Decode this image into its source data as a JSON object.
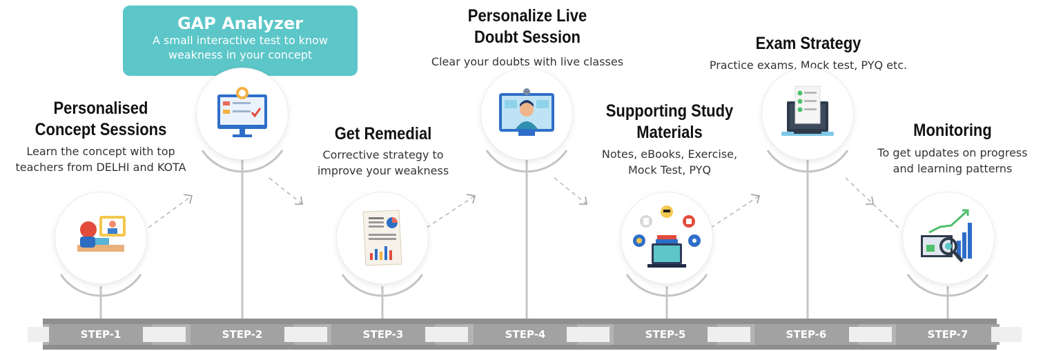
{
  "steps": [
    {
      "step_label": "STEP-1",
      "title_lines": [
        "Personalised",
        "Concept Sessions"
      ],
      "desc_lines": [
        "Learn the concept with top",
        "teachers from DELHI and KOTA"
      ],
      "icon": "online-class-icon"
    },
    {
      "step_label": "STEP-2",
      "title_lines": [],
      "desc_lines": [],
      "icon": "test-monitor-icon"
    },
    {
      "step_label": "STEP-3",
      "title_lines": [
        "Get Remedial"
      ],
      "desc_lines": [
        "Corrective strategy to",
        "improve your weakness"
      ],
      "icon": "report-document-icon"
    },
    {
      "step_label": "STEP-4",
      "title_lines": [
        "Personalize Live",
        "Doubt Session"
      ],
      "desc_lines": [
        "Clear your doubts with live classes"
      ],
      "icon": "video-call-icon"
    },
    {
      "step_label": "STEP-5",
      "title_lines": [
        "Supporting Study",
        "Materials"
      ],
      "desc_lines": [
        "Notes, eBooks, Exercise,",
        "Mock Test, PYQ"
      ],
      "icon": "study-materials-icon"
    },
    {
      "step_label": "STEP-6",
      "title_lines": [
        "Exam Strategy"
      ],
      "desc_lines": [
        "Practice exams, Mock test, PYQ etc."
      ],
      "icon": "checklist-laptop-icon"
    },
    {
      "step_label": "STEP-7",
      "title_lines": [
        "Monitoring"
      ],
      "desc_lines": [
        "To get updates on progress",
        "and learning patterns"
      ],
      "icon": "analytics-monitor-icon"
    }
  ],
  "gap_analyzer": {
    "title": "GAP Analyzer",
    "desc_lines": [
      "A small interactive test to know",
      "weakness in your concept"
    ]
  },
  "colors": {
    "teal": "#5cc6c8",
    "gray_bar": "#a2a2a2",
    "line_gray": "#c4c4c4"
  }
}
